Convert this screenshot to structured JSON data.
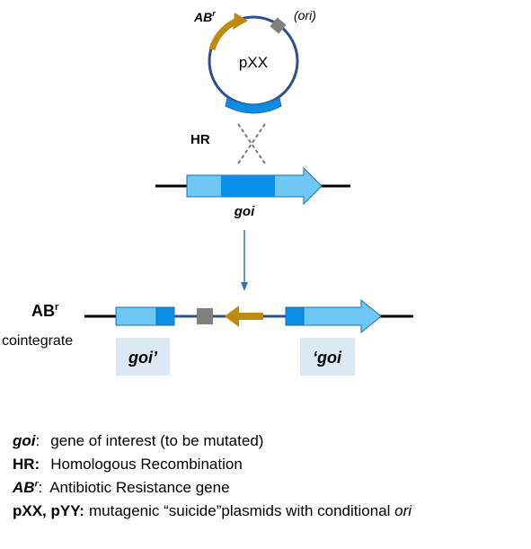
{
  "colors": {
    "dark_blue": "#2f4f8a",
    "gold": "#c08a0e",
    "ori_gray": "#808080",
    "gene_light": "#6ec8f5",
    "gene_dark": "#0a8fe8",
    "gene_stroke": "#1b6fb5",
    "label_box": "#dce8f4",
    "cross_gray": "#7a7a7a",
    "connector": "#2e75b6"
  },
  "plasmid": {
    "name": "pXX",
    "ab_base": "AB",
    "ab_sup": "r",
    "ori_label": "(ori)"
  },
  "hr_label": "HR",
  "target": {
    "gene_label": "goi"
  },
  "cointegrate": {
    "ab_base": "AB",
    "ab_sup": "r",
    "label": "cointegrate",
    "left_gene": "goi’",
    "right_gene": "‘goi"
  },
  "legend": {
    "goi_key": "goi",
    "goi_sep": ":",
    "goi_text": "gene of interest (to be mutated)",
    "hr_key": "HR:",
    "hr_text": "Homologous Recombination",
    "ab_key_base": "AB",
    "ab_key_sup": "r",
    "ab_sep": ":",
    "ab_text": "Antibiotic Resistance gene",
    "pxx_key": "pXX, pYY:",
    "pxx_text_a": "mutagenic “suicide”plasmids with conditional ",
    "pxx_text_b": "ori"
  }
}
